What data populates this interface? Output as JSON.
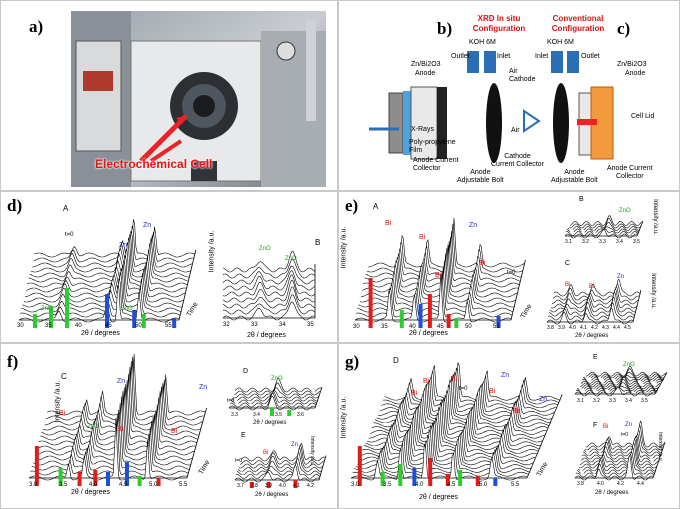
{
  "panels": {
    "a": {
      "label": "a)",
      "callout": "Electrochemical Cell"
    },
    "b": {
      "label": "b)"
    },
    "c": {
      "label": "c)"
    },
    "d": {
      "label": "d)"
    },
    "e": {
      "label": "e)"
    },
    "f": {
      "label": "f)"
    },
    "g": {
      "label": "g)"
    }
  },
  "schematic": {
    "left_title": [
      "XRD In situ",
      "Configuration"
    ],
    "right_title": [
      "Conventional",
      "Configuration"
    ],
    "koh_left": "KOH 6M",
    "koh_right": "KOH 6M",
    "outlet_l": "Outlet",
    "inlet_l": "Inlet",
    "inlet_r": "Inlet",
    "outlet_r": "Outlet",
    "znbi_left": "Zn/Bi2O3",
    "anode_left": "Anode",
    "air_cathode": [
      "Air",
      "Cathode"
    ],
    "air": "Air",
    "xrays": "X-Rays",
    "film": [
      "Poly-propylene",
      "Film"
    ],
    "anode_cc_left": [
      "Anode Current",
      "Collector"
    ],
    "cathode_cc": [
      "Cathode",
      "Current Collector"
    ],
    "anode_bolt_left": [
      "Anode",
      "Adjustable Bolt"
    ],
    "znbi_right": "Zn/Bi2O3",
    "anode_right": "Anode",
    "cell_lid": "Cell Lid",
    "anode_cc_right": [
      "Anode Current",
      "Collector"
    ],
    "anode_bolt_right": [
      "Anode",
      "Adjustable Bolt"
    ],
    "colors": {
      "title_red": "#d11",
      "blue": "#2a6fb5",
      "cell_orange": "#f39a3c"
    }
  },
  "plot_d": {
    "inset_A": "A",
    "inset_B": "B",
    "t0": "t=0",
    "xlabel": "2θ / degrees",
    "xticks": [
      "30",
      "35",
      "40",
      "45",
      "50",
      "55"
    ],
    "time": "Time",
    "peak_labels": {
      "zn1": "Zn",
      "zn2": "Zn",
      "zno1": "ZnO",
      "zno2": "ZnO"
    },
    "b_ylabel": "Intensity /a.u.",
    "b_xlabel": "2θ / degrees",
    "b_xticks": [
      "32",
      "33",
      "34",
      "35"
    ],
    "b_labels": {
      "zno1": "ZnO",
      "zno2": "ZnO"
    }
  },
  "plot_e": {
    "inset_A": "A",
    "inset_B": "B",
    "inset_C": "C",
    "ylabel": "Intensity /a.u.",
    "xlabel": "2θ / degrees",
    "xticks": [
      "30",
      "35",
      "40",
      "45",
      "50",
      "55"
    ],
    "time": "Time",
    "t0": "t=0",
    "peak_labels": {
      "bi1": "Bi",
      "bi2": "Bi",
      "bi3": "Bi",
      "zn": "Zn",
      "bi4": "Bi"
    },
    "b_xticks": [
      "3.1",
      "3.2",
      "3.3",
      "3.4",
      "3.5"
    ],
    "b_label": "ZnO",
    "b_ylabel": "Intensity /a.u.",
    "c_xticks": [
      "3.8",
      "3.9",
      "4.0",
      "4.1",
      "4.2",
      "4.3",
      "4.4",
      "4.5"
    ],
    "c_labels": {
      "bi1": "Bi",
      "zn": "Zn",
      "bi2": "Bi"
    },
    "c_xlabel": "2θ / degrees",
    "c_ylabel": "Intensity /a.u."
  },
  "plot_f": {
    "inset_C": "C",
    "inset_D": "D",
    "inset_E": "E",
    "ylabel": "Intensity /a.u.",
    "xlabel": "2θ / degrees",
    "xticks": [
      "3.0",
      "3.5",
      "4.0",
      "4.5",
      "5.0",
      "5.5"
    ],
    "time": "Time",
    "peak_labels": {
      "zn1": "Zn",
      "zn2": "Zn",
      "bi1": "Bi",
      "zno": "ZnO",
      "bi2": "Bi",
      "bi3": "Bi"
    },
    "d_label": "ZnO",
    "d_t0": "t=0",
    "d_xticks": [
      "3.3",
      "3.4",
      "3.5",
      "3.6"
    ],
    "d_xlabel": "2θ / degrees",
    "e_t0": "t=0",
    "e_labels": {
      "bi": "Bi",
      "zn": "Zn"
    },
    "e_xticks": [
      "3.7",
      "3.8",
      "3.9",
      "4.0",
      "4.1",
      "4.2"
    ],
    "e_xlabel": "2θ / degrees",
    "small_ylabel": "Intensity /a.u."
  },
  "plot_g": {
    "inset_D": "D",
    "inset_E": "E",
    "inset_F": "F",
    "ylabel": "Intensity /a.u.",
    "xlabel": "2θ / degrees",
    "xticks": [
      "3.0",
      "3.5",
      "4.0",
      "4.5",
      "5.0",
      "5.5"
    ],
    "time": "Time",
    "t0": "t=0",
    "peak_labels": {
      "bi1": "Bi",
      "bi2": "Bi",
      "bi3": "Bi",
      "zn1": "Zn",
      "bi4": "Bi",
      "zn2": "Zn",
      "bi5": "Bi"
    },
    "e_label": "ZnO",
    "e_xticks": [
      "3.1",
      "3.2",
      "3.3",
      "3.4",
      "3.5"
    ],
    "f_labels": {
      "bi": "Bi",
      "zn": "Zn",
      "t0": "t=0"
    },
    "f_xticks": [
      "3.8",
      "4.0",
      "4.2",
      "4.4"
    ],
    "f_xlabel": "2θ / degrees",
    "small_ylabel": "Intensity /a.u."
  }
}
